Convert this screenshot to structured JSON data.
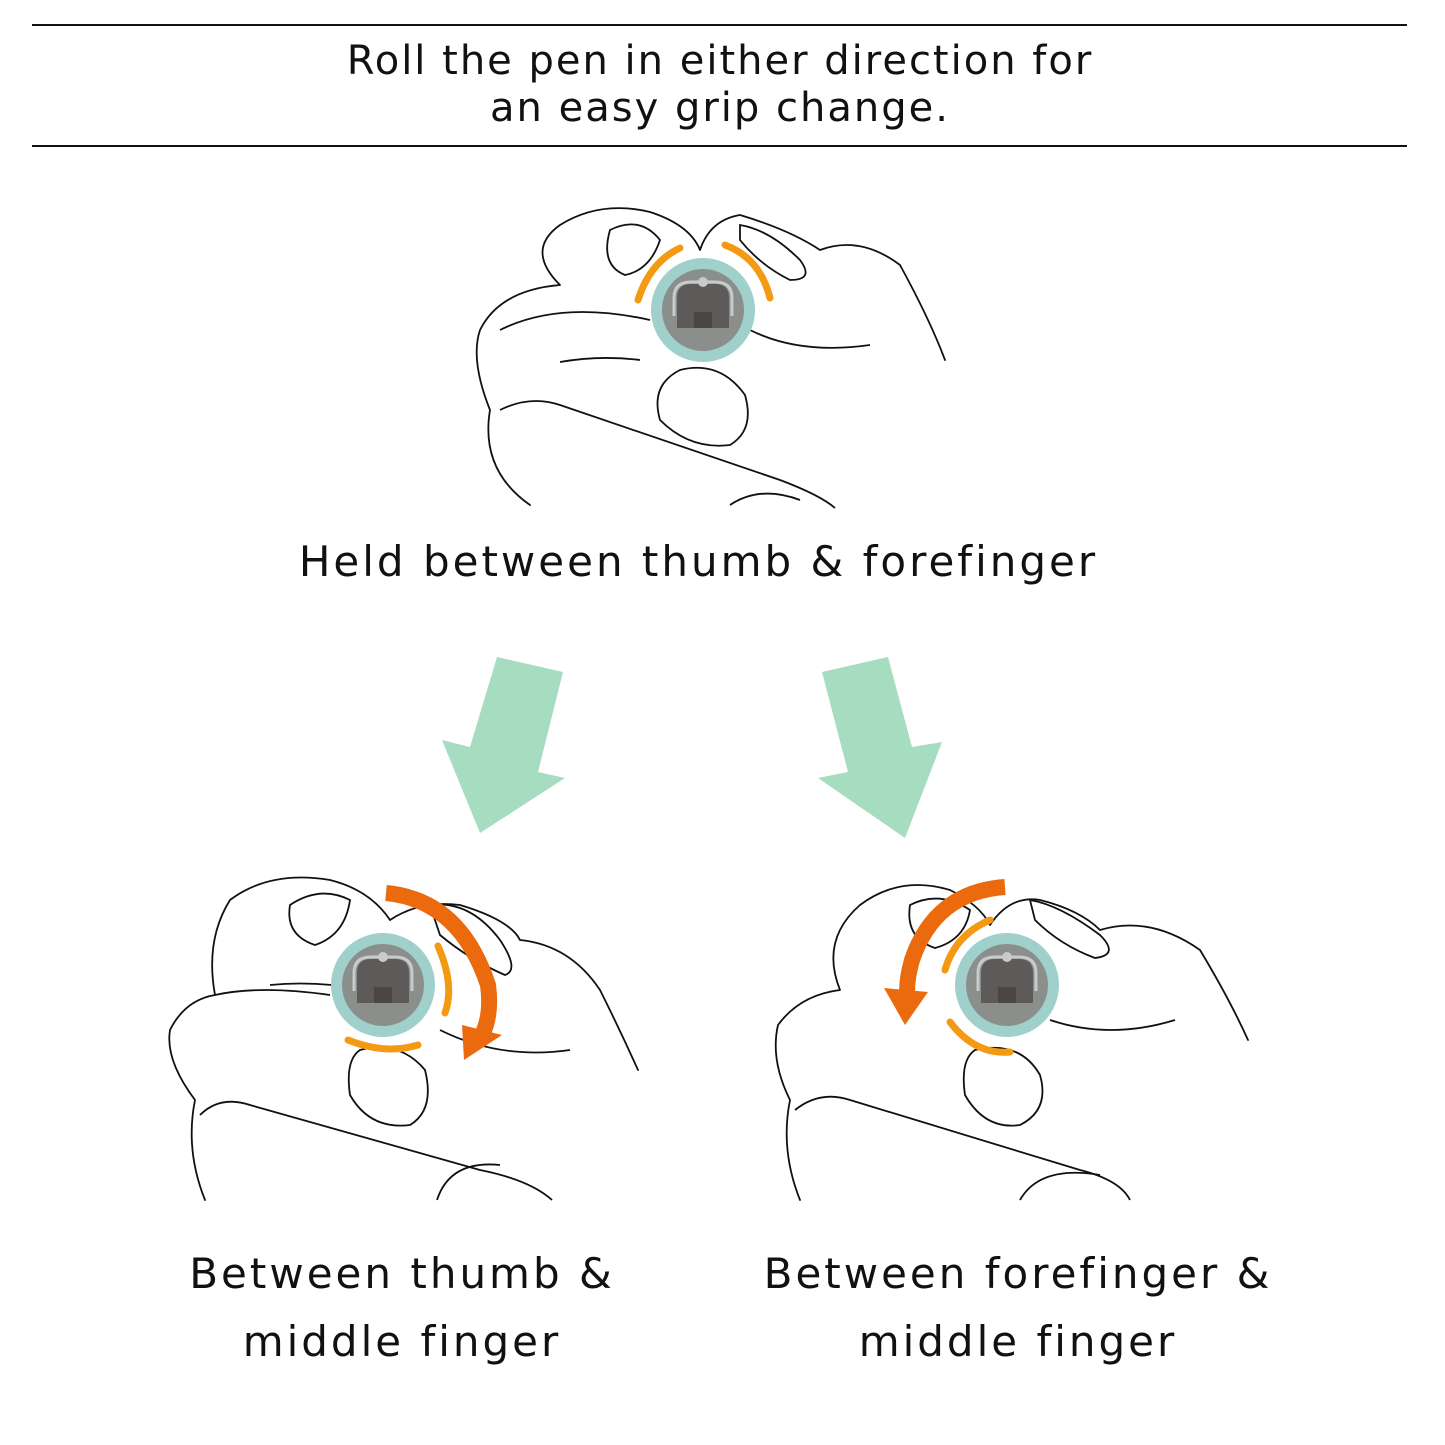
{
  "header": {
    "title_line1": "Roll the pen in either direction for",
    "title_line2": "an easy grip change."
  },
  "top_grip": {
    "caption": "Held between thumb & forefinger"
  },
  "left_grip": {
    "caption_line1": "Between thumb &",
    "caption_line2": "middle finger"
  },
  "right_grip": {
    "caption_line1": "Between forefinger &",
    "caption_line2": "middle finger"
  },
  "colors": {
    "arrow_green": "#a6dcc0",
    "rotation_orange": "#ec6a0e",
    "contact_orange": "#f39a12",
    "pen_ring": "#9fd0cc",
    "pen_body": "#8a8f8c",
    "pen_core": "#5f5a5a"
  }
}
